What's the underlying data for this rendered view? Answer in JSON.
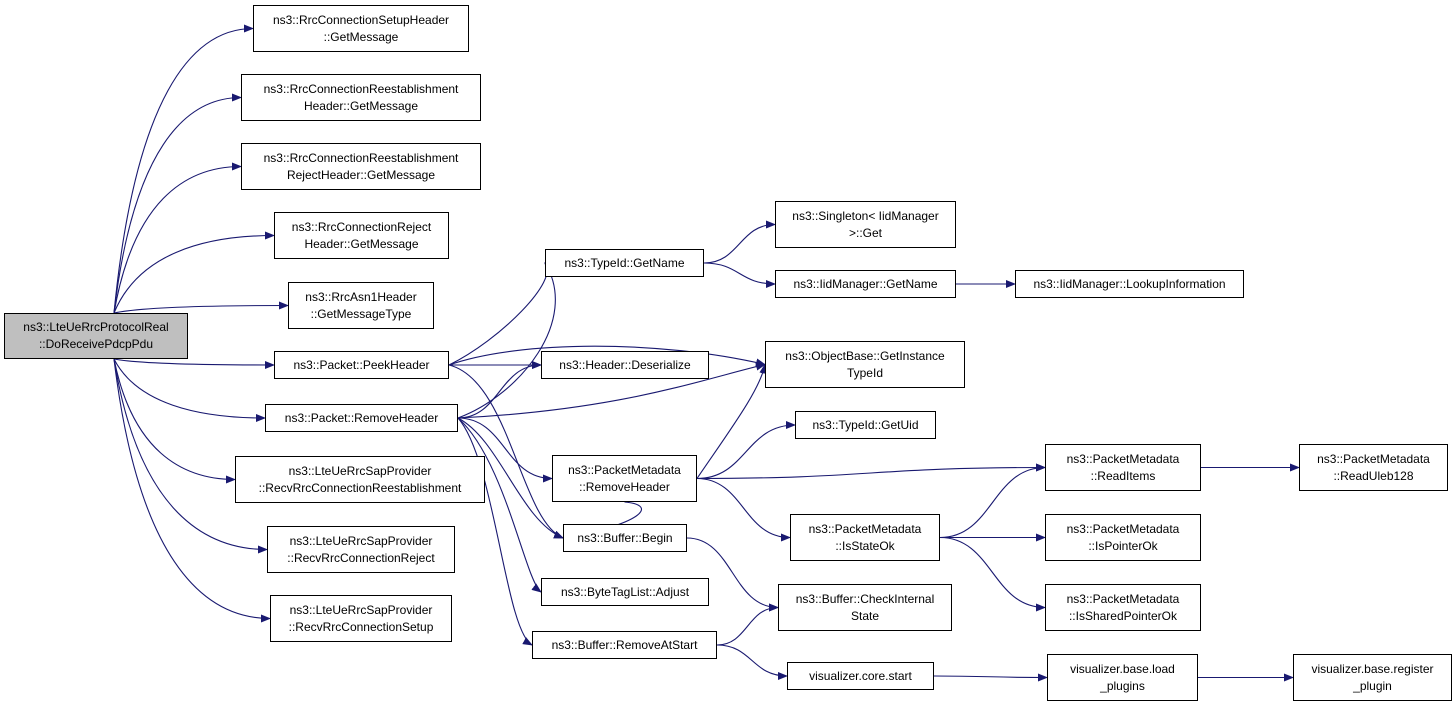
{
  "graph": {
    "nodes": [
      {
        "id": "root",
        "label": "ns3::LteUeRrcProtocolReal\n::DoReceivePdcpPdu",
        "root": true
      },
      {
        "id": "n1",
        "label": "ns3::RrcConnectionSetupHeader\n::GetMessage"
      },
      {
        "id": "n2",
        "label": "ns3::RrcConnectionReestablishment\nHeader::GetMessage"
      },
      {
        "id": "n3",
        "label": "ns3::RrcConnectionReestablishment\nRejectHeader::GetMessage"
      },
      {
        "id": "n4",
        "label": "ns3::RrcConnectionReject\nHeader::GetMessage"
      },
      {
        "id": "n5",
        "label": "ns3::RrcAsn1Header\n::GetMessageType"
      },
      {
        "id": "n6",
        "label": "ns3::Packet::PeekHeader"
      },
      {
        "id": "n7",
        "label": "ns3::Packet::RemoveHeader"
      },
      {
        "id": "n8",
        "label": "ns3::LteUeRrcSapProvider\n::RecvRrcConnectionReestablishment"
      },
      {
        "id": "n9",
        "label": "ns3::LteUeRrcSapProvider\n::RecvRrcConnectionReject"
      },
      {
        "id": "n10",
        "label": "ns3::LteUeRrcSapProvider\n::RecvRrcConnectionSetup"
      },
      {
        "id": "n11",
        "label": "ns3::TypeId::GetName"
      },
      {
        "id": "n12",
        "label": "ns3::Header::Deserialize"
      },
      {
        "id": "n13",
        "label": "ns3::PacketMetadata\n::RemoveHeader"
      },
      {
        "id": "n14",
        "label": "ns3::Buffer::Begin"
      },
      {
        "id": "n15",
        "label": "ns3::ByteTagList::Adjust"
      },
      {
        "id": "n16",
        "label": "ns3::Buffer::RemoveAtStart"
      },
      {
        "id": "n17",
        "label": "ns3::Singleton< IidManager\n>::Get"
      },
      {
        "id": "n18",
        "label": "ns3::IidManager::GetName"
      },
      {
        "id": "n19",
        "label": "ns3::ObjectBase::GetInstance\nTypeId"
      },
      {
        "id": "n20",
        "label": "ns3::TypeId::GetUid"
      },
      {
        "id": "n21",
        "label": "ns3::PacketMetadata\n::IsStateOk"
      },
      {
        "id": "n22",
        "label": "ns3::Buffer::CheckInternal\nState"
      },
      {
        "id": "n23",
        "label": "visualizer.core.start"
      },
      {
        "id": "n24",
        "label": "ns3::IidManager::LookupInformation"
      },
      {
        "id": "n25",
        "label": "ns3::PacketMetadata\n::ReadItems"
      },
      {
        "id": "n26",
        "label": "ns3::PacketMetadata\n::IsPointerOk"
      },
      {
        "id": "n27",
        "label": "ns3::PacketMetadata\n::IsSharedPointerOk"
      },
      {
        "id": "n28",
        "label": "visualizer.base.load\n_plugins"
      },
      {
        "id": "n29",
        "label": "ns3::PacketMetadata\n::ReadUleb128"
      },
      {
        "id": "n30",
        "label": "visualizer.base.register\n_plugin"
      }
    ],
    "edges": [
      [
        "root",
        "n1"
      ],
      [
        "root",
        "n2"
      ],
      [
        "root",
        "n3"
      ],
      [
        "root",
        "n4"
      ],
      [
        "root",
        "n5"
      ],
      [
        "root",
        "n6"
      ],
      [
        "root",
        "n7"
      ],
      [
        "root",
        "n8"
      ],
      [
        "root",
        "n9"
      ],
      [
        "root",
        "n10"
      ],
      [
        "n6",
        "n11"
      ],
      [
        "n6",
        "n19"
      ],
      [
        "n6",
        "n12"
      ],
      [
        "n6",
        "n14"
      ],
      [
        "n7",
        "n11"
      ],
      [
        "n7",
        "n12"
      ],
      [
        "n7",
        "n19"
      ],
      [
        "n7",
        "n13"
      ],
      [
        "n7",
        "n14"
      ],
      [
        "n7",
        "n15"
      ],
      [
        "n7",
        "n16"
      ],
      [
        "n11",
        "n17"
      ],
      [
        "n11",
        "n18"
      ],
      [
        "n18",
        "n24"
      ],
      [
        "n13",
        "n19"
      ],
      [
        "n13",
        "n20"
      ],
      [
        "n13",
        "n25"
      ],
      [
        "n13",
        "n21"
      ],
      [
        "n13",
        "n14"
      ],
      [
        "n21",
        "n25"
      ],
      [
        "n21",
        "n26"
      ],
      [
        "n21",
        "n27"
      ],
      [
        "n25",
        "n29"
      ],
      [
        "n14",
        "n22"
      ],
      [
        "n16",
        "n22"
      ],
      [
        "n16",
        "n23"
      ],
      [
        "n23",
        "n28"
      ],
      [
        "n28",
        "n30"
      ]
    ]
  }
}
